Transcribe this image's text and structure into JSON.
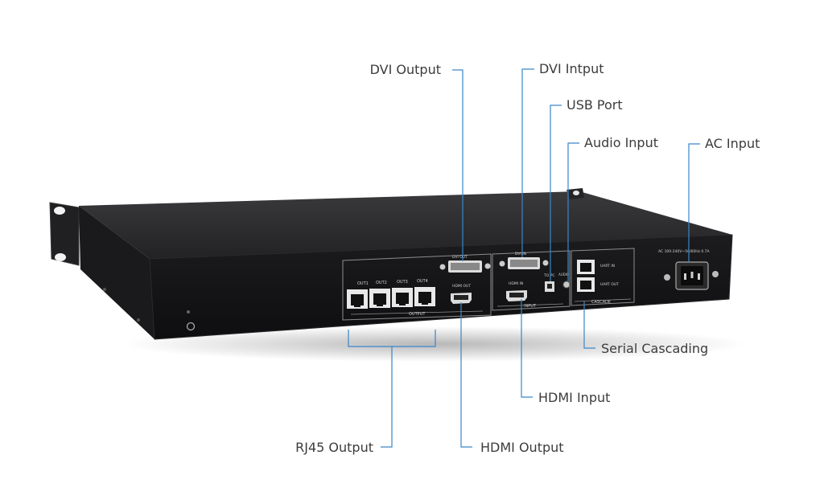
{
  "callouts": {
    "dvi_output": "DVI Output",
    "dvi_input": "DVI Intput",
    "usb_port": "USB Port",
    "audio_input": "Audio Input",
    "ac_input": "AC Input",
    "serial_cascading": "Serial Cascading",
    "hdmi_input": "HDMI Input",
    "rj45_output": "RJ45 Output",
    "hdmi_output": "HDMI Output"
  },
  "panel_labels": {
    "out1": "OUT1",
    "out2": "OUT2",
    "out3": "OUT3",
    "out4": "OUT4",
    "output": "OUTPUT",
    "dvi_out": "DVI OUT",
    "hdmi_out": "HDMI OUT",
    "dvi_in": "DVI IN",
    "hdmi_in": "HDMI IN",
    "to_pc": "TO PC",
    "audio": "AUDIO",
    "input": "INPUT",
    "uart_in": "UART IN",
    "uart_out": "UART OUT",
    "cascade": "CASCADE",
    "ac_rating": "AC 100-240V~50/60Hz 0.7A"
  },
  "colors": {
    "callout_line": "#3a86c8",
    "chassis_top": "#2b2b2d",
    "chassis_front": "#141416",
    "panel_outline": "#9a9a9a"
  }
}
